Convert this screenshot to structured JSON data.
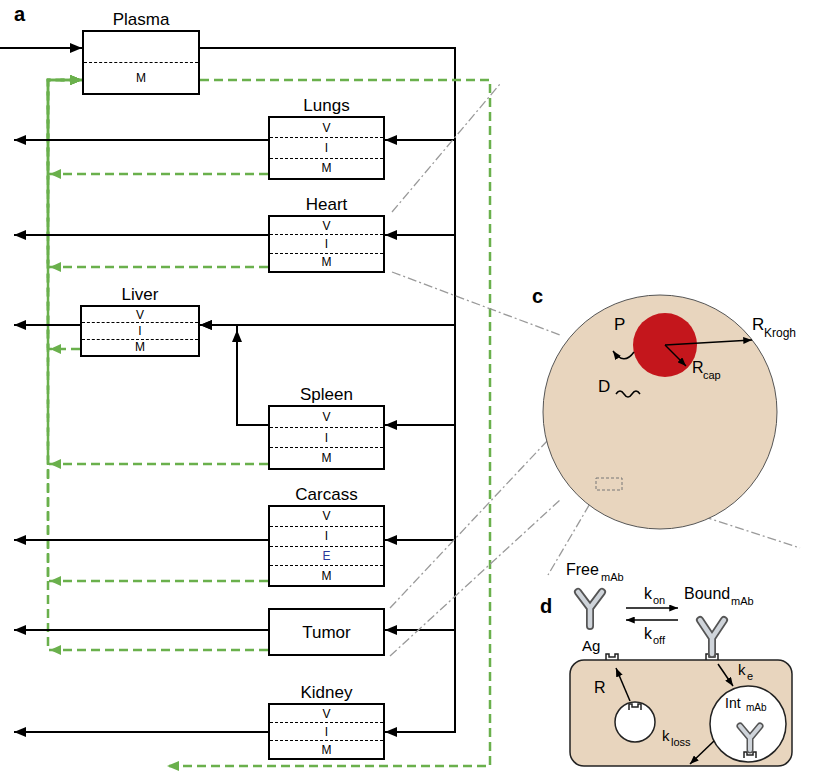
{
  "diagram": {
    "nodes": [
      {
        "text": [
          "Plasma",
          "M"
        ]
      },
      {
        "text": [
          "Lungs",
          "V",
          "I",
          "M"
        ]
      },
      {
        "text": [
          "Heart",
          "V",
          "I",
          "M"
        ]
      },
      {
        "text": [
          "Liver",
          "V",
          "I",
          "M"
        ]
      },
      {
        "text": [
          "Spleen",
          "V",
          "I",
          "M"
        ]
      },
      {
        "text": [
          "Carcass",
          "V",
          "I",
          "E",
          "M"
        ]
      },
      {
        "text": [
          "Tumor"
        ]
      },
      {
        "text": [
          "Kidney",
          "V",
          "I",
          "M"
        ]
      }
    ],
    "edges": [
      {
        "from": 0,
        "to": 1,
        "arrow": "to"
      },
      {
        "from": 0,
        "to": 2,
        "arrow": "to"
      },
      {
        "from": 0,
        "to": 3,
        "arrow": "to"
      },
      {
        "from": 0,
        "to": 4,
        "arrow": "to"
      },
      {
        "from": 0,
        "to": 5,
        "arrow": "to"
      },
      {
        "from": 0,
        "to": 6,
        "arrow": "to"
      },
      {
        "from": 0,
        "to": 7,
        "arrow": "to"
      },
      {
        "from": 4,
        "to": 3,
        "arrow": "to"
      },
      {
        "from": 1,
        "to": 0,
        "arrow": "to"
      },
      {
        "from": 2,
        "to": 0,
        "arrow": "to"
      },
      {
        "from": 3,
        "to": 0,
        "arrow": "to"
      },
      {
        "from": 4,
        "to": 0,
        "arrow": "to"
      },
      {
        "from": 5,
        "to": 0,
        "arrow": "to"
      },
      {
        "from": 6,
        "to": 0,
        "arrow": "to"
      }
    ],
    "labels": [
      "a",
      "c",
      "P",
      "D",
      "R",
      "Krogh",
      "R",
      "cap",
      "d",
      "Free",
      "mAb",
      "Bound",
      "mAb",
      "k",
      "on",
      "k",
      "off",
      "Ag",
      "R",
      "k",
      "e",
      "Int",
      "mAb",
      "k",
      "loss"
    ]
  }
}
